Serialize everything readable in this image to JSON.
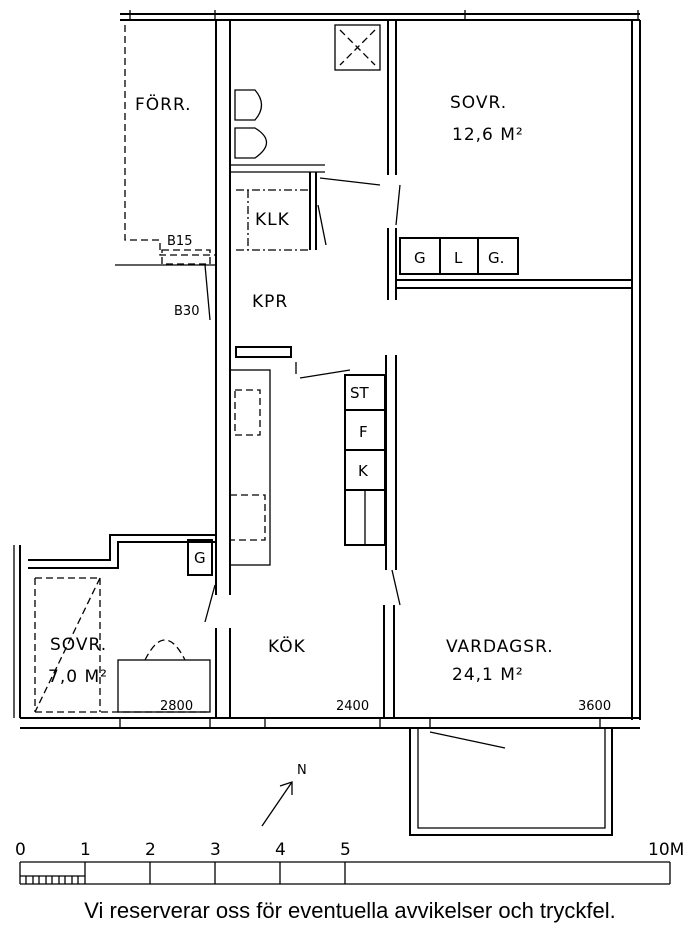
{
  "rooms": {
    "forr": "FÖRR.",
    "sovr1_name": "SOVR.",
    "sovr1_area": "12,6 M²",
    "klk": "KLK",
    "kpr": "KPR",
    "sovr2_name": "SOVR.",
    "sovr2_area": "7,0 M²",
    "kok": "KÖK",
    "vardagsr_name": "VARDAGSR.",
    "vardagsr_area": "24,1 M²"
  },
  "fixtures": {
    "g1": "G",
    "l": "L",
    "g2": "G.",
    "st": "ST",
    "f": "F",
    "k": "K",
    "g3": "G"
  },
  "annotations": {
    "b15": "B15",
    "b30": "B30",
    "dim_2800": "2800",
    "dim_2400": "2400",
    "dim_3600": "3600",
    "north": "N"
  },
  "scale": {
    "labels": [
      "0",
      "1",
      "2",
      "3",
      "4",
      "5",
      "10M"
    ]
  },
  "disclaimer": "Vi reserverar oss för eventuella avvikelser och tryckfel."
}
